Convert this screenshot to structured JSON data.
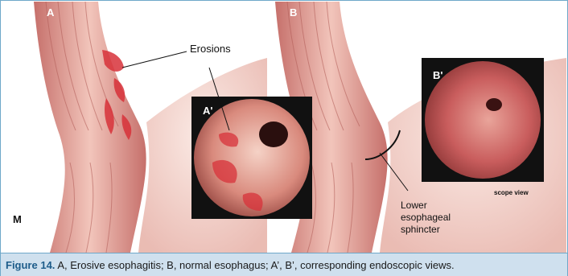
{
  "figure": {
    "panel_a_label": "A",
    "panel_b_label": "B",
    "inset_a_label": "A'",
    "inset_b_label": "B'",
    "erosions_label": "Erosions",
    "sphincter_label_line1": "Lower",
    "sphincter_label_line2": "esophageal",
    "sphincter_label_line3": "sphincter",
    "scope_view_label": "scope view",
    "signature_glyph": "M",
    "colors": {
      "tissue": "#e9a9a0",
      "tissue_dark": "#c9736c",
      "wall_light": "#f6d9cf",
      "erosion": "#d8323a",
      "endoscopy_dark": "#111111",
      "caption_bg": "#cfe0ee",
      "caption_label": "#1d5c8a"
    }
  },
  "caption": {
    "label": "Figure 14.",
    "text": " A, Erosive esophagitis; B, normal esophagus; A’, B’, corresponding endoscopic views."
  }
}
